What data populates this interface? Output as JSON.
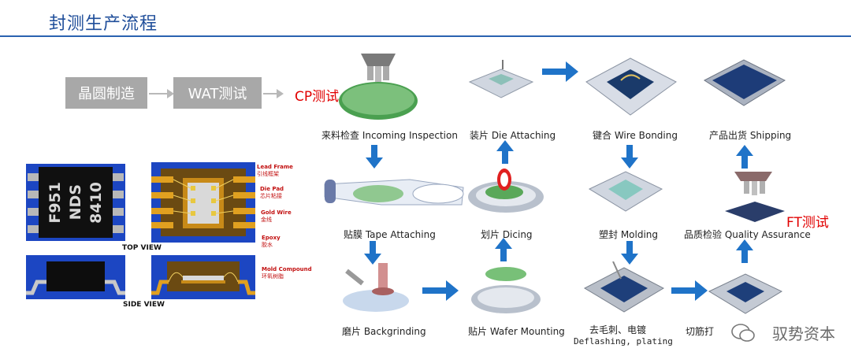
{
  "header": {
    "title": "封测生产流程"
  },
  "pre_flow": {
    "box1": "晶圆制造",
    "box2": "WAT测试",
    "cp_label": "CP测试"
  },
  "package": {
    "chip_text": [
      "F951",
      "NDS",
      "8410"
    ],
    "callouts": [
      {
        "en": "Lead Frame",
        "cn": "引线框架"
      },
      {
        "en": "Die Pad",
        "cn": "芯片粘接"
      },
      {
        "en": "Gold Wire",
        "cn": "金线"
      },
      {
        "en": "Epoxy",
        "cn": "胶水"
      },
      {
        "en": "Mold Compound",
        "cn": "环氧树脂"
      }
    ],
    "top_view": "TOP VIEW",
    "side_view": "SIDE VIEW"
  },
  "steps": {
    "incoming": "来料检查 Incoming Inspection",
    "tape": "贴膜 Tape Attaching",
    "backgrinding": "磨片 Backgrinding",
    "wafer_mounting": "贴片 Wafer Mounting",
    "dicing": "划片 Dicing",
    "die_attaching": "装片 Die Attaching",
    "wire_bonding": "键合 Wire Bonding",
    "molding": "塑封 Molding",
    "deflash_cn": "去毛刺、电镀",
    "deflash_en": "Deflashing, plating",
    "trim": "切筋打",
    "quality": "品质检验 Quality Assurance",
    "shipping": "产品出货 Shipping",
    "ft_label": "FT测试"
  },
  "watermark": "驭势资本",
  "colors": {
    "title_blue": "#1f4e9a",
    "arrow_blue": "#1f73c8",
    "box_grey": "#a8a8a8",
    "test_red": "#e10000"
  }
}
